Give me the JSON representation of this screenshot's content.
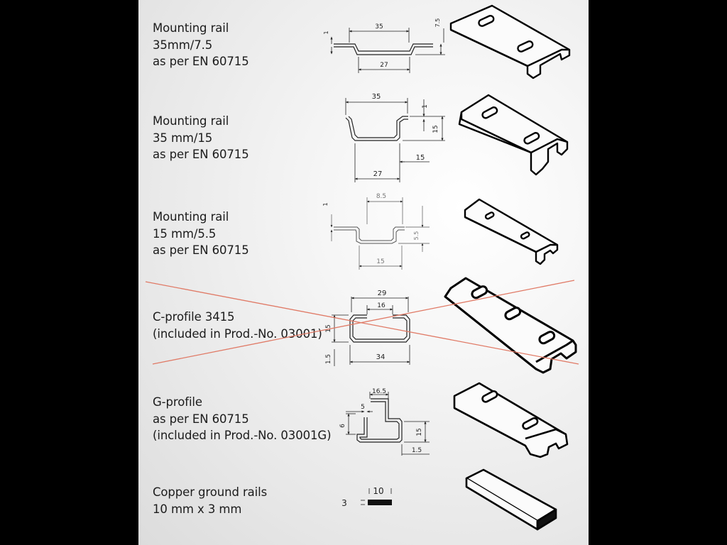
{
  "rows": [
    {
      "lines": [
        "Mounting rail",
        "35mm/7.5",
        "as per EN 60715"
      ],
      "dims": {
        "width_top": "35",
        "width_bottom": "27",
        "thickness": "1",
        "height": "7.5"
      }
    },
    {
      "lines": [
        "Mounting rail",
        "35 mm/15",
        "as per EN 60715"
      ],
      "dims": {
        "width_top": "35",
        "width_bottom": "27",
        "thickness": "1",
        "height": "15",
        "flange": "15"
      }
    },
    {
      "lines": [
        "Mounting rail",
        "15 mm/5.5",
        "as per EN 60715"
      ],
      "dims": {
        "width_top": "8.5",
        "width_bottom": "15",
        "thickness": "1",
        "height": "5.5"
      }
    },
    {
      "lines": [
        "C-profile 3415",
        "(included in Prod.-No. 03001)"
      ],
      "dims": {
        "width_outer": "29",
        "opening": "16",
        "height": "15",
        "lip": "1.5",
        "width_bottom": "34"
      },
      "crossed_out": true
    },
    {
      "lines": [
        "G-profile",
        "as per EN 60715",
        "(included in Prod.-No. 03001G)"
      ],
      "dims": {
        "width_top": "16.5",
        "step": "5",
        "lip": "6",
        "height": "15",
        "thickness": "1.5"
      }
    },
    {
      "lines": [
        "Copper ground rails",
        "10 mm x 3 mm"
      ],
      "dims": {
        "width": "10",
        "thickness": "3"
      }
    }
  ],
  "colors": {
    "sheet": "#ebebeb",
    "text": "#1c1c1c",
    "cross_lines": "#e07a66",
    "outline": "#000000"
  }
}
